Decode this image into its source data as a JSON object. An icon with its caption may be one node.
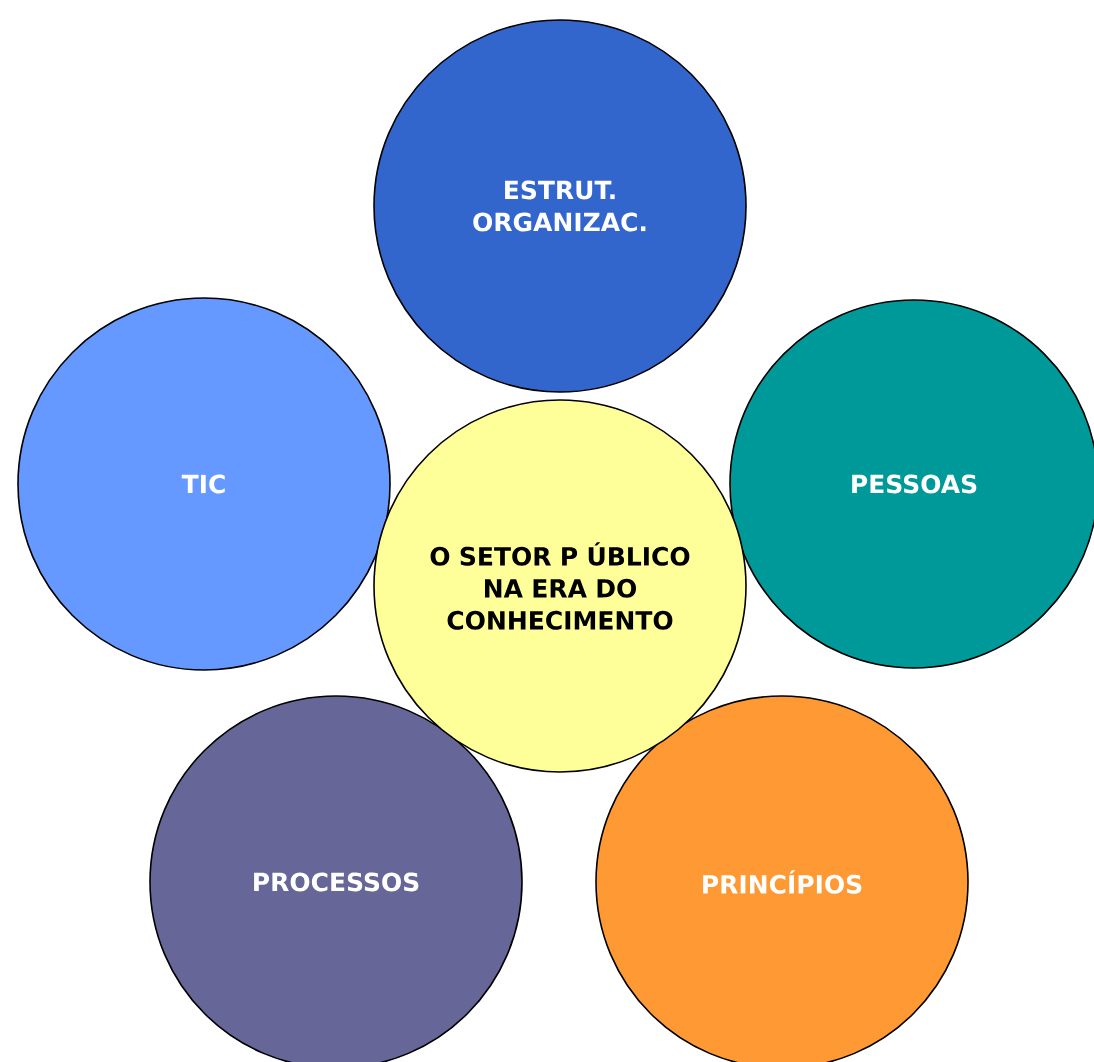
{
  "diagram": {
    "nodes": [
      {
        "text": [
          "ESTRUT. ORGANIZAC."
        ]
      },
      {
        "text": [
          "TIC"
        ]
      },
      {
        "text": [
          "PESSOAS"
        ]
      },
      {
        "text": [
          "O SETOR P ÚBLICO NA ERA DO CONHECIMENTO"
        ]
      },
      {
        "text": [
          "PROCESSOS"
        ]
      },
      {
        "text": [
          "PRINCÍPIOS"
        ]
      }
    ]
  }
}
